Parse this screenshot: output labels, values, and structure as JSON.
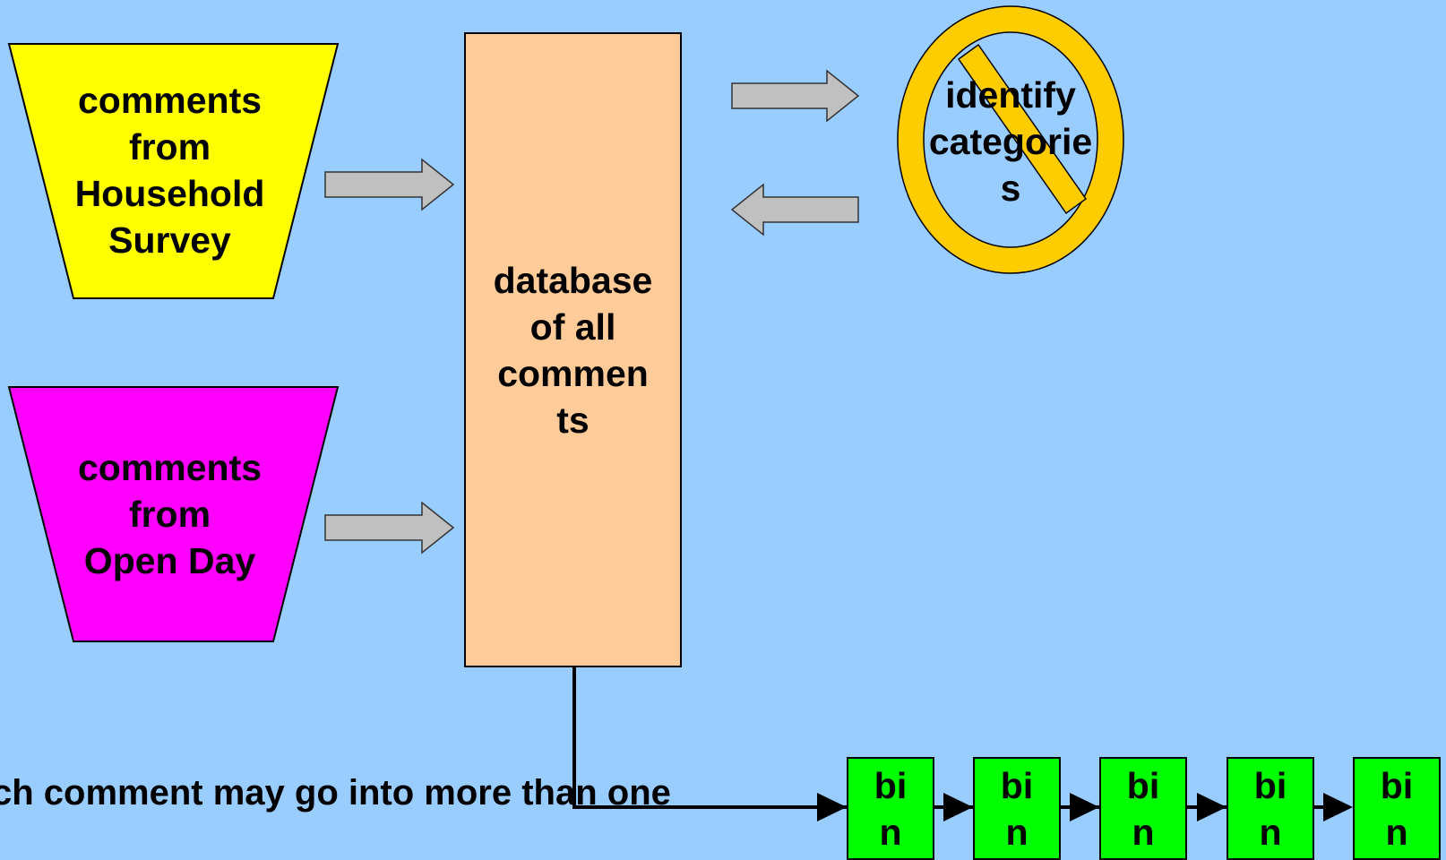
{
  "colors": {
    "background": "#99ccff",
    "household_box": "#ffff00",
    "open_day_box": "#ff00ff",
    "database_box": "#ffcc99",
    "prohibited_sign": "#ffcc00",
    "bin": "#00ff00",
    "arrow": "#c0c0c0"
  },
  "household": {
    "lines": [
      "comments",
      "from",
      "Household",
      "Survey"
    ]
  },
  "open_day": {
    "lines": [
      "comments",
      "from",
      "Open Day"
    ]
  },
  "database": {
    "lines": [
      "database",
      "of all",
      "commen",
      "ts"
    ]
  },
  "identify": {
    "lines": [
      "identify",
      "categorie",
      "s"
    ],
    "icon": "prohibited-sign-icon"
  },
  "note": "ch comment may go into more than one",
  "bins": [
    {
      "line1": "bi",
      "line2": "n"
    },
    {
      "line1": "bi",
      "line2": "n"
    },
    {
      "line1": "bi",
      "line2": "n"
    },
    {
      "line1": "bi",
      "line2": "n"
    },
    {
      "line1": "bi",
      "line2": "n"
    }
  ]
}
